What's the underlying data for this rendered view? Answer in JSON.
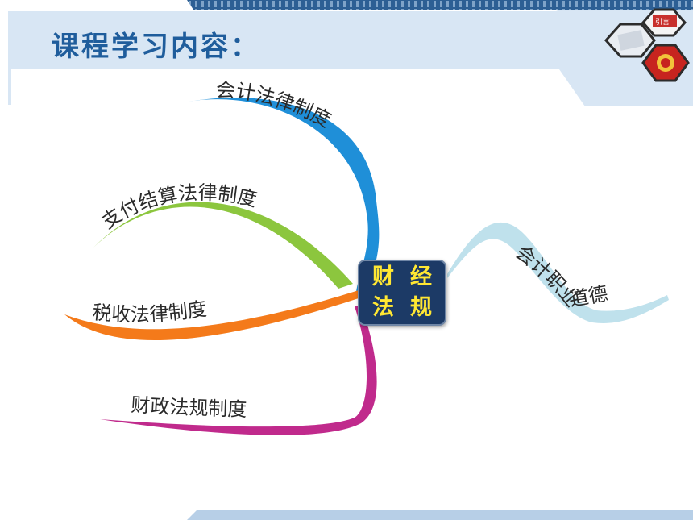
{
  "header": {
    "title": "课程学习内容："
  },
  "center": {
    "chars": [
      "财",
      "经",
      "法",
      "规"
    ]
  },
  "branches": [
    {
      "label": "会计法律制度",
      "color": "#1f8fd8"
    },
    {
      "label": "支付结算法律制度",
      "color": "#8cc63e"
    },
    {
      "label": "税收法律制度",
      "color": "#f47a1a"
    },
    {
      "label": "财政法规制度",
      "color": "#c02a8c"
    },
    {
      "label": "会计职业道德",
      "color": "#bfe1ec"
    }
  ],
  "logo": {
    "badge_text": "引言"
  },
  "colors": {
    "banner": "#d8e6f4",
    "banner_stripe": "#2d5f94",
    "title": "#1f5d9c"
  }
}
